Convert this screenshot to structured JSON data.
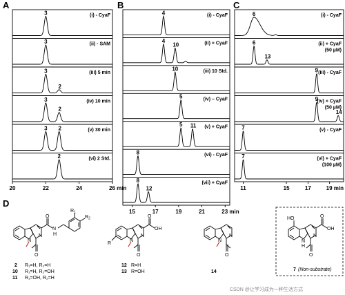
{
  "panels": {
    "A": {
      "label": "A",
      "traces": [
        {
          "title": "(i) - CyaF",
          "peaks": [
            {
              "label": "3",
              "x": 22.0,
              "h": 0.95
            }
          ]
        },
        {
          "title": "(ii) - SAM",
          "peaks": [
            {
              "label": "3",
              "x": 22.0,
              "h": 0.95
            }
          ]
        },
        {
          "title": "(iii) 5 min",
          "peaks": [
            {
              "label": "3",
              "x": 22.0,
              "h": 0.92
            },
            {
              "label": "2",
              "x": 22.8,
              "h": 0.16
            }
          ]
        },
        {
          "title": "(iv) 10 min",
          "peaks": [
            {
              "label": "3",
              "x": 22.0,
              "h": 0.92
            },
            {
              "label": "2",
              "x": 22.8,
              "h": 0.45
            }
          ]
        },
        {
          "title": "(v) 30 min",
          "peaks": [
            {
              "label": "3",
              "x": 22.0,
              "h": 0.92
            },
            {
              "label": "2",
              "x": 22.8,
              "h": 0.92
            }
          ]
        },
        {
          "title": "(vi) 2 Std.",
          "peaks": [
            {
              "label": "2",
              "x": 22.8,
              "h": 0.95
            }
          ]
        }
      ],
      "axis": {
        "min": 20,
        "max": 26,
        "ticks": [
          "20",
          "22",
          "24",
          "26 min"
        ]
      }
    },
    "B": {
      "label": "B",
      "traces": [
        {
          "title": "(i) - CyaF",
          "peaks": [
            {
              "label": "4",
              "x": 17.7,
              "h": 0.95
            }
          ]
        },
        {
          "title": "(ii) + CyaF",
          "peaks": [
            {
              "label": "4",
              "x": 17.7,
              "h": 0.95
            },
            {
              "label": "10",
              "x": 18.7,
              "h": 0.75
            },
            {
              "label": "",
              "x": 19.6,
              "h": 0.08
            }
          ]
        },
        {
          "title": "(iii) 10 Std.",
          "peaks": [
            {
              "label": "10",
              "x": 18.7,
              "h": 0.95
            }
          ]
        },
        {
          "title": "(iv) – CyaF",
          "peaks": [
            {
              "label": "5",
              "x": 19.2,
              "h": 0.95
            }
          ]
        },
        {
          "title": "(v) + CyaF",
          "peaks": [
            {
              "label": "5",
              "x": 19.2,
              "h": 0.95
            },
            {
              "label": "11",
              "x": 20.2,
              "h": 0.9
            }
          ]
        },
        {
          "title": "(vi) - CyaF",
          "peaks": [
            {
              "label": "8",
              "x": 15.5,
              "h": 0.95
            }
          ]
        },
        {
          "title": "(vii) + CyaF",
          "peaks": [
            {
              "label": "8",
              "x": 15.5,
              "h": 0.95
            },
            {
              "label": "12",
              "x": 16.4,
              "h": 0.55
            }
          ]
        }
      ],
      "axis": {
        "min": 14.2,
        "max": 23.4,
        "ticks": [
          "15",
          "17",
          "19",
          "21",
          "23 min"
        ]
      }
    },
    "C": {
      "label": "C",
      "traces": [
        {
          "title": "(i) - CyaF",
          "peaks": [
            {
              "label": "6",
              "x": 12.0,
              "h": 0.9,
              "broad": true
            },
            {
              "label": "",
              "x": 14.0,
              "h": 0.05
            }
          ]
        },
        {
          "title": "(ii) + CyaF",
          "sub": "(50 µM)",
          "peaks": [
            {
              "label": "6",
              "x": 12.0,
              "h": 0.9
            },
            {
              "label": "13",
              "x": 13.2,
              "h": 0.22
            }
          ]
        },
        {
          "title": "(iii) - CyaF",
          "peaks": [
            {
              "label": "9",
              "x": 17.8,
              "h": 0.95
            }
          ]
        },
        {
          "title": "(iv) + CyaF",
          "sub": "(50 µM)",
          "peaks": [
            {
              "label": "9",
              "x": 17.8,
              "h": 0.95
            },
            {
              "label": "14",
              "x": 19.8,
              "h": 0.3
            }
          ]
        },
        {
          "title": "(v) - CyaF",
          "peaks": [
            {
              "label": "7",
              "x": 11.0,
              "h": 0.95
            }
          ]
        },
        {
          "title": "(vi) + CyaF",
          "sub": "(100 µM)",
          "peaks": [
            {
              "label": "7",
              "x": 11.0,
              "h": 0.95
            }
          ]
        }
      ],
      "axis": {
        "min": 10.2,
        "max": 20.3,
        "ticks": [
          "11",
          "15",
          "17",
          "19 min"
        ]
      }
    },
    "D": {
      "label": "D"
    }
  },
  "structures": {
    "s1": {
      "substituents": [
        "R",
        "1",
        "R",
        "2"
      ],
      "nh": "N",
      "h": "H",
      "o": "O",
      "lines": [
        {
          "num": "2",
          "text": "R₁=H, R₂=H"
        },
        {
          "num": "10",
          "text": "R₁=H, R₂=OH"
        },
        {
          "num": "11",
          "text": "R₁=OH, R₂=H"
        }
      ]
    },
    "s2": {
      "r": "R",
      "cooh": "OH",
      "lines": [
        {
          "num": "12",
          "text": "R=H"
        },
        {
          "num": "13",
          "text": "R=OH"
        }
      ]
    },
    "s3": {
      "num": "14"
    },
    "s4": {
      "ho": "HO",
      "nh": "N",
      "h": "H",
      "cooh": "OH",
      "num": "7",
      "note": "(Non-substrate)"
    }
  },
  "watermark": "CSDN @让学习成为一种生活方式"
}
